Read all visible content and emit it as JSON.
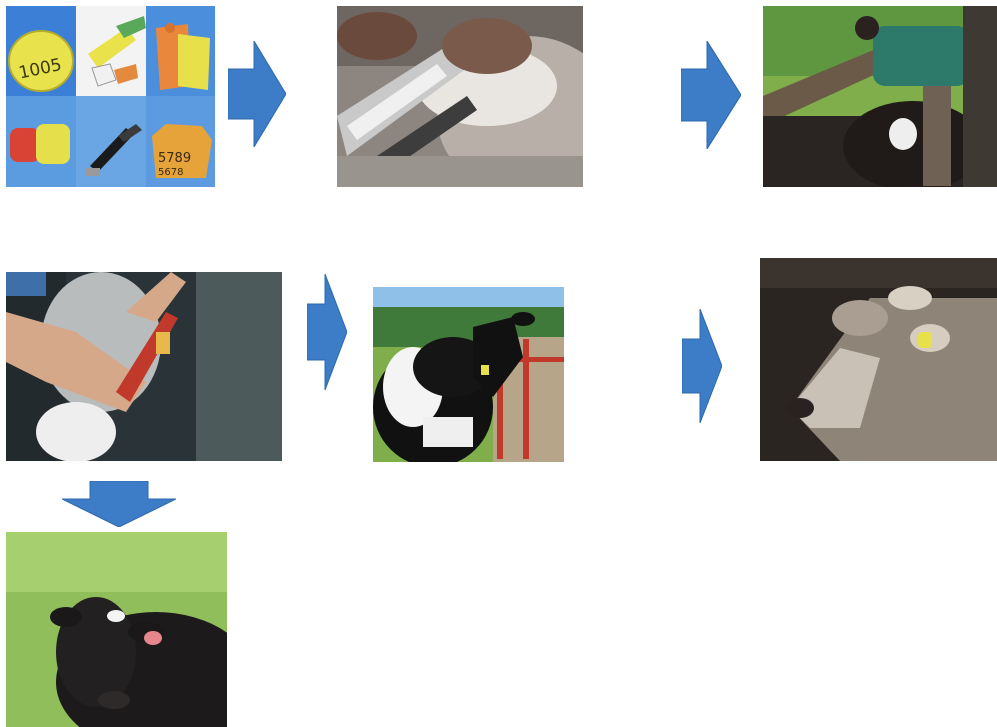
{
  "colors": {
    "arrow": "#3d7cc6",
    "arrow_edge": "#2e68ad",
    "tag_yellow": "#e6e04a",
    "tag_orange": "#ea8a3a",
    "tag_red": "#d94336",
    "grass": "#7fae4a"
  },
  "steps": [
    {
      "id": "tag-assortment",
      "tag_numbers": [
        "1005",
        "5789",
        "5678"
      ]
    },
    {
      "id": "tag-applicator-on-ear"
    },
    {
      "id": "handler-restraining-calf"
    },
    {
      "id": "ear-tagging-with-pliers"
    },
    {
      "id": "holstein-with-yellow-tag"
    },
    {
      "id": "brown-calf-with-yellow-tag"
    },
    {
      "id": "black-calf-with-pink-tag"
    }
  ],
  "arrows": [
    {
      "from": "tag-assortment",
      "to": "tag-applicator-on-ear",
      "direction": "right"
    },
    {
      "from": "tag-applicator-on-ear",
      "to": "handler-restraining-calf",
      "direction": "right"
    },
    {
      "from": "ear-tagging-with-pliers",
      "to": "holstein-with-yellow-tag",
      "direction": "right"
    },
    {
      "from": "holstein-with-yellow-tag",
      "to": "brown-calf-with-yellow-tag",
      "direction": "right"
    },
    {
      "from": "ear-tagging-with-pliers",
      "to": "black-calf-with-pink-tag",
      "direction": "down"
    }
  ]
}
